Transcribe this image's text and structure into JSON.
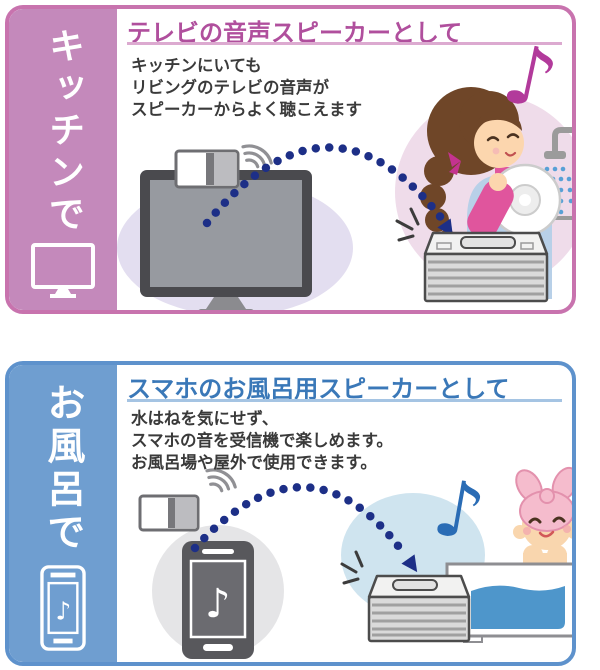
{
  "glyphs": {
    "music_note": "♪"
  },
  "panels": [
    {
      "id": "kitchen",
      "side_label": "キッチンで",
      "side_icon": "tv-icon",
      "title": "テレビの音声スピーカーとして",
      "body_lines": [
        "キッチンにいても",
        "リビングのテレビの音声が",
        "スピーカーからよく聴こえます"
      ],
      "colors": {
        "border": "#c873ae",
        "strip": "#c489bb",
        "title": "#b04f9d",
        "underline": "#dcaad0",
        "music_note": "#b23a9b",
        "signal_dots": "#1d2f87"
      }
    },
    {
      "id": "bath",
      "side_label": "お風呂で",
      "side_icon": "smartphone-icon",
      "title": "スマホのお風呂用スピーカーとして",
      "body_lines": [
        "水はねを気にせず、",
        "スマホの音を受信機で楽しめます。",
        "お風呂場や屋外で使用できます。"
      ],
      "colors": {
        "border": "#5e92cc",
        "strip": "#6f9ed0",
        "title": "#3a78b8",
        "underline": "#a5c4e3",
        "music_note": "#2a6cb5",
        "signal_dots": "#1d2f87"
      }
    }
  ]
}
